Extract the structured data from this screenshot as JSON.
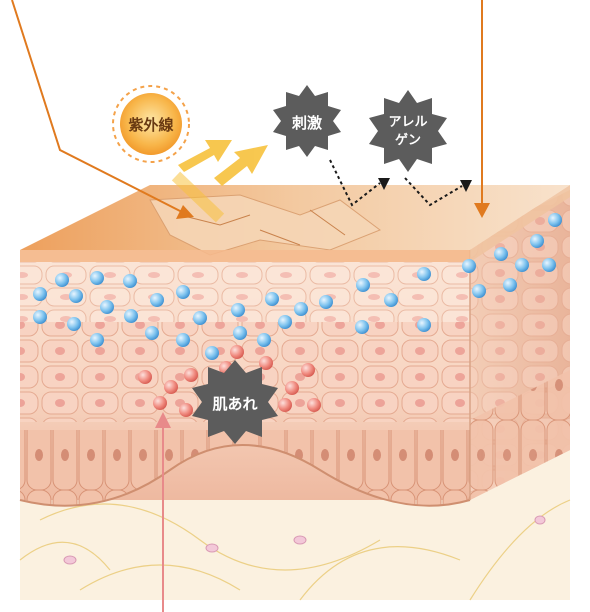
{
  "labels": {
    "uv": "紫外線",
    "stimulus": "刺激",
    "allergen_line1": "アレル",
    "allergen_line2": "ゲン",
    "rough_skin": "肌あれ"
  },
  "colors": {
    "orange_arrow": "#e07a1f",
    "pink_arrow": "#e88a8a",
    "badge_gray": "#5c5c5c",
    "uv_sun": "#f6a623",
    "skin_top": "#f2c39a",
    "skin_cells": "#f7d6c3",
    "water_dot": "#6ab8ea",
    "inflammation_dot": "#f28b82"
  }
}
